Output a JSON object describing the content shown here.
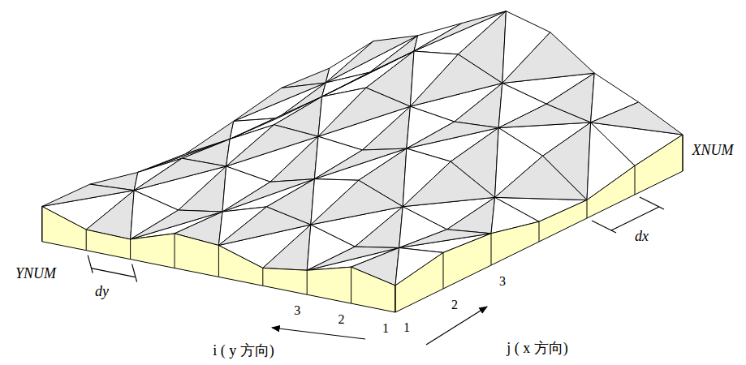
{
  "diagram": {
    "labels": [
      "XNUM",
      "dx",
      "3",
      "2",
      "1",
      "YNUM",
      "dy",
      "3",
      "2",
      "1",
      "i ( y 方向)",
      "j ( x 方向)"
    ]
  }
}
